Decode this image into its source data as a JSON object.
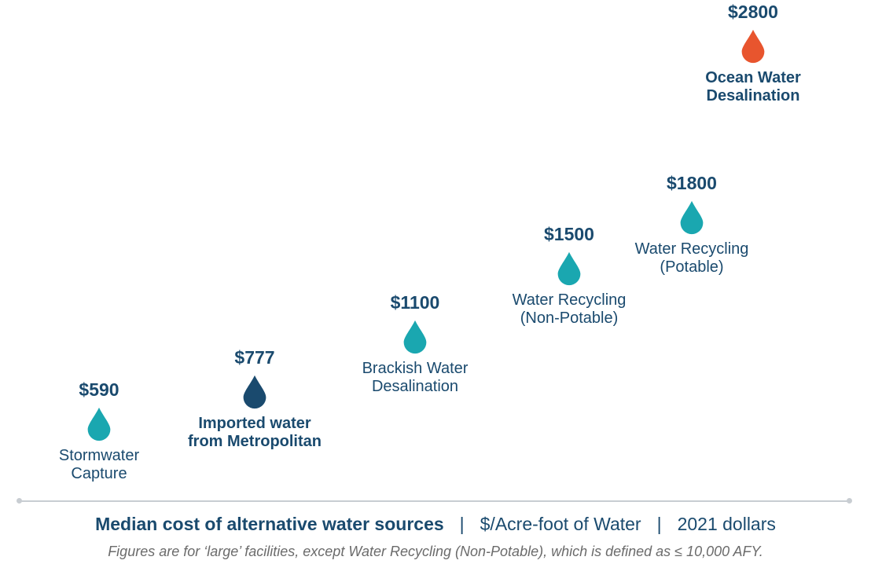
{
  "chart_data": {
    "type": "scatter",
    "categories": [
      "Stormwater Capture",
      "Imported water from Metropolitan",
      "Brackish Water Desalination",
      "Water Recycling (Non-Potable)",
      "Water Recycling (Potable)",
      "Ocean Water Desalination"
    ],
    "values": [
      590,
      777,
      1100,
      1500,
      1800,
      2800
    ],
    "items": [
      {
        "price": "$590",
        "label": "Stormwater\nCapture",
        "value": 590,
        "color": "#1aa7b0",
        "bold": false
      },
      {
        "price": "$777",
        "label": "Imported water\nfrom Metropolitan",
        "value": 777,
        "color": "#1a4a6e",
        "bold": true
      },
      {
        "price": "$1100",
        "label": "Brackish Water\nDesalination",
        "value": 1100,
        "color": "#1aa7b0",
        "bold": false
      },
      {
        "price": "$1500",
        "label": "Water Recycling\n(Non-Potable)",
        "value": 1500,
        "color": "#1aa7b0",
        "bold": false
      },
      {
        "price": "$1800",
        "label": "Water Recycling\n(Potable)",
        "value": 1800,
        "color": "#1aa7b0",
        "bold": false
      },
      {
        "price": "$2800",
        "label": "Ocean Water\nDesalination",
        "value": 2800,
        "color": "#e8552e",
        "bold": true
      }
    ]
  },
  "footer": {
    "title": "Median cost of alternative water sources",
    "separator": "|",
    "unit": "$/Acre-foot of Water",
    "year": "2021 dollars",
    "note": "Figures are for ‘large’ facilities, except Water Recycling (Non-Potable), which is defined as ≤ 10,000 AFY."
  }
}
